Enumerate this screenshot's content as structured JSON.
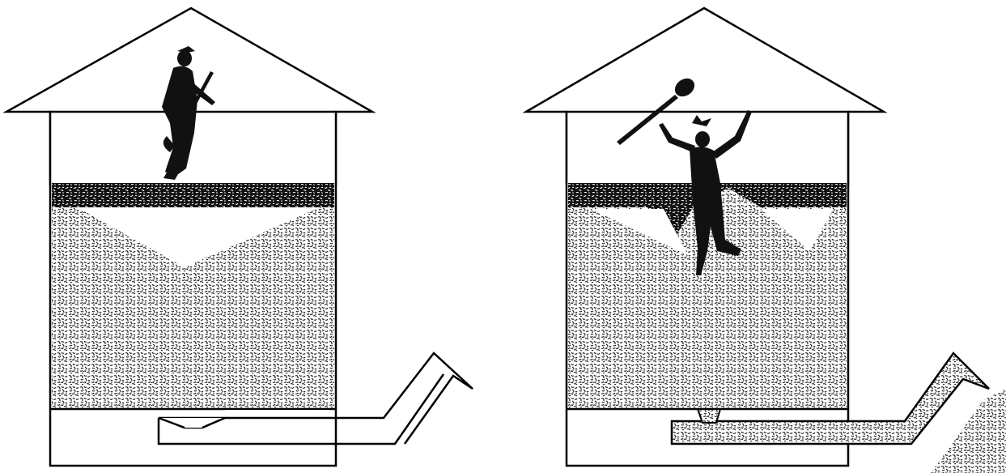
{
  "figure": {
    "panels": [
      {
        "id": "bin-bridged-grain",
        "state": "worker walking on crusted grain surface over hidden cavity"
      },
      {
        "id": "bin-collapsed-grain",
        "state": "crust collapses, worker engulfed by flowing grain"
      }
    ]
  },
  "colors": {
    "ink": "#000000",
    "paper": "#ffffff",
    "grain_speckle": "#1a1a1a"
  },
  "icons": {
    "left_figure": "worker-standing-with-shovel-icon",
    "right_figure": "worker-falling-icon",
    "right_tool": "shovel-icon",
    "right_hat": "hat-icon"
  }
}
